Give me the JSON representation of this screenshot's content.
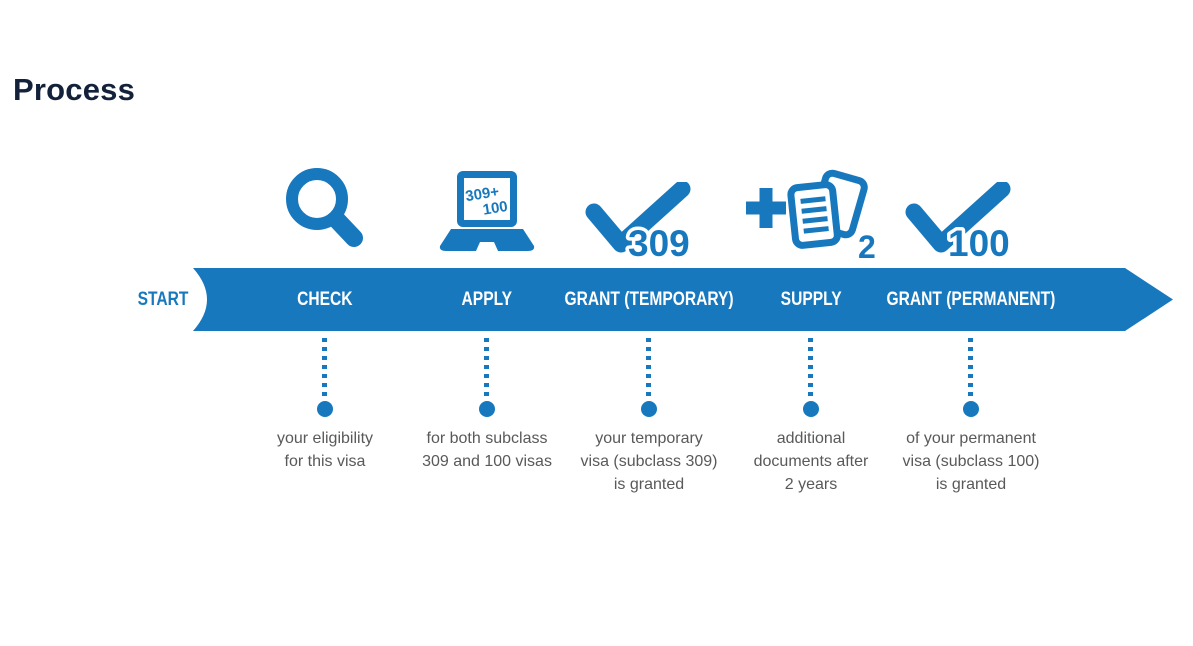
{
  "page": {
    "title": "Process"
  },
  "colors": {
    "accent_blue": "#1878be",
    "title_navy": "#14213b",
    "description_gray": "#59595b",
    "banner_text": "#ffffff"
  },
  "banner": {
    "start_label": "START"
  },
  "steps": [
    {
      "label": "CHECK",
      "icon": "magnifying-glass-icon",
      "description": "your eligibility\nfor this visa"
    },
    {
      "label": "APPLY",
      "icon": "laptop-icon",
      "screen_line1": "309+",
      "screen_line2": "100",
      "description": "for both subclass\n309 and 100 visas"
    },
    {
      "label": "GRANT (TEMPORARY)",
      "icon": "checkmark-icon",
      "number": "309",
      "description": "your temporary\nvisa (subclass 309)\nis granted"
    },
    {
      "label": "SUPPLY",
      "icon": "documents-plus-icon",
      "number": "2",
      "description": "additional\ndocuments after\n2 years"
    },
    {
      "label": "GRANT (PERMANENT)",
      "icon": "checkmark-icon",
      "number": "100",
      "description": "of your permanent\nvisa (subclass 100)\nis granted"
    }
  ]
}
